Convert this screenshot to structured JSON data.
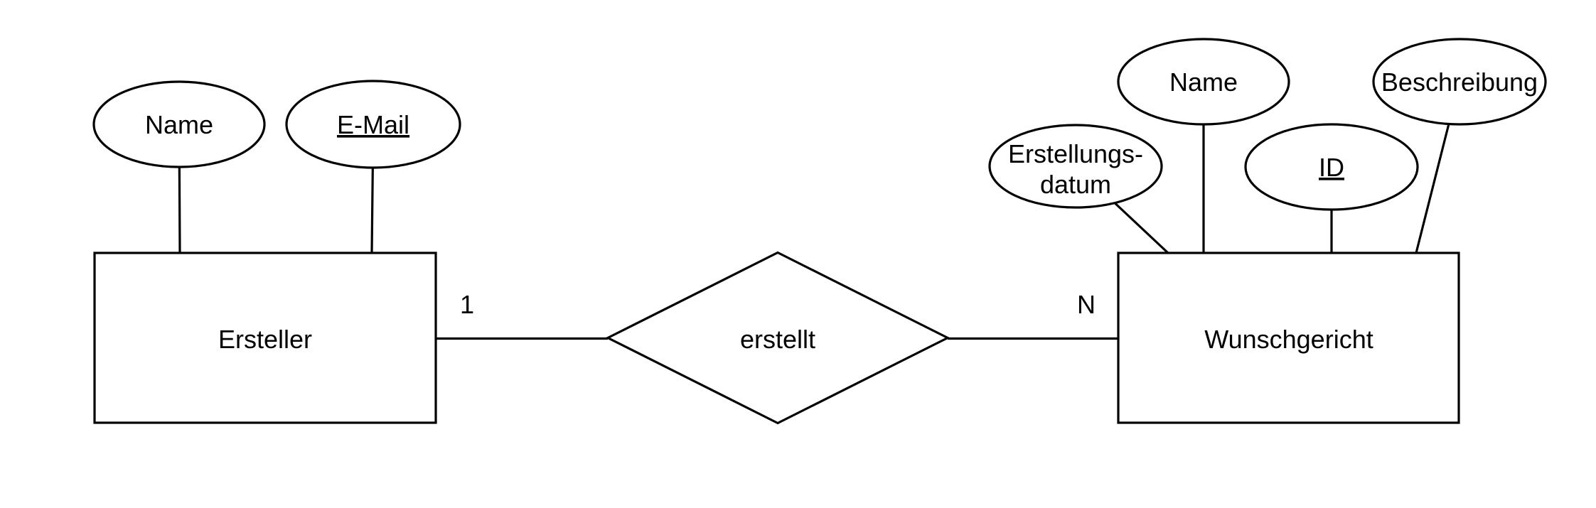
{
  "diagram": {
    "kind": "er-diagram",
    "background_color": "#ffffff",
    "shape_fill": "#ffffff",
    "stroke_color": "#000000",
    "text_color": "#000000",
    "entities": [
      {
        "name": "Ersteller",
        "attributes": [
          {
            "label": "Name",
            "is_key": false
          },
          {
            "label": "E-Mail",
            "is_key": true
          }
        ]
      },
      {
        "name": "Wunschgericht",
        "attributes": [
          {
            "label": "Erstellungs-",
            "label_line2": "datum",
            "is_key": false
          },
          {
            "label": "Name",
            "is_key": false
          },
          {
            "label": "ID",
            "is_key": true
          },
          {
            "label": "Beschreibung",
            "is_key": false
          }
        ]
      }
    ],
    "relationship": {
      "name": "erstellt",
      "cardinality_left": "1",
      "cardinality_right": "N"
    }
  }
}
